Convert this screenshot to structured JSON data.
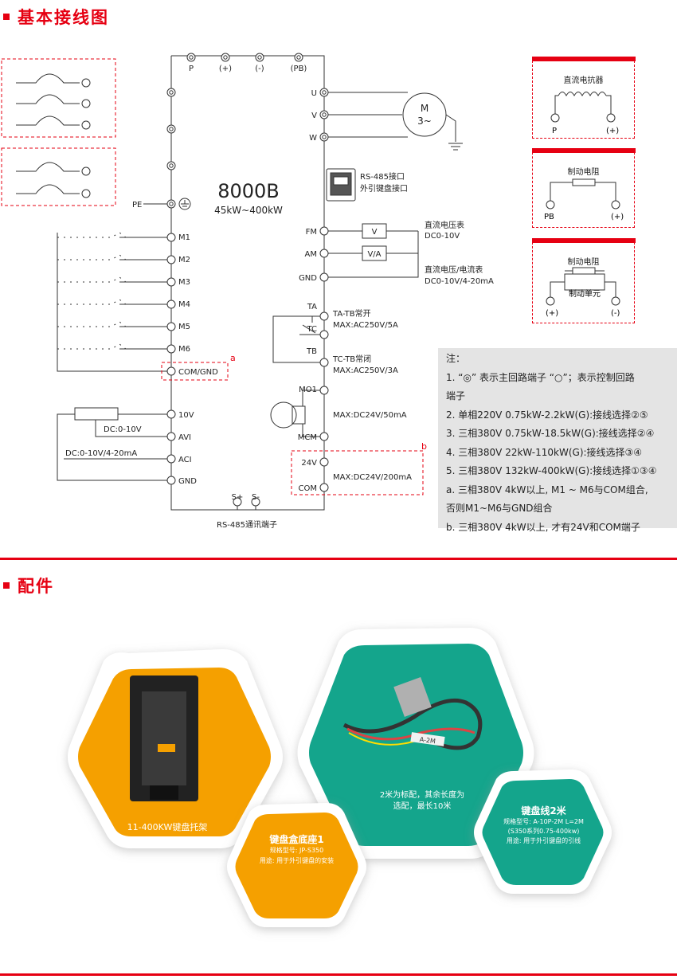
{
  "section1": {
    "title": "基本接线图"
  },
  "section2": {
    "title": "配件"
  },
  "diagram": {
    "model": "8000B",
    "power": "45kW~400kW",
    "top_terminals": [
      "P",
      "(+)",
      "(-)",
      "(PB)"
    ],
    "pe": "PE",
    "inputs": [
      "M1",
      "M2",
      "M3",
      "M4",
      "M5",
      "M6"
    ],
    "com": "COM/GND",
    "mark_a": "a",
    "mark_b": "b",
    "analog": [
      "10V",
      "AVI",
      "ACI",
      "GND"
    ],
    "dc_avi": "DC:0-10V",
    "dc_aci": "DC:0-10V/4-20mA",
    "uvw": [
      "U",
      "V",
      "W"
    ],
    "motor": [
      "M",
      "3~"
    ],
    "rs485_port": [
      "RS-485接口",
      "外引键盘接口"
    ],
    "meter_terms": [
      "FM",
      "AM",
      "GND"
    ],
    "meter_v": "V",
    "meter_va": "V/A",
    "meter1": [
      "直流电压表",
      "DC0-10V"
    ],
    "meter2": [
      "直流电压/电流表",
      "DC0-10V/4-20mA"
    ],
    "relay_terms": [
      "TA",
      "TC",
      "TB"
    ],
    "relay1": [
      "TA-TB常开",
      "MAX:AC250V/5A"
    ],
    "relay2": [
      "TC-TB常闭",
      "MAX:AC250V/3A"
    ],
    "mo_terms": [
      "MO1",
      "MCM"
    ],
    "mo_spec": "MAX:DC24V/50mA",
    "pwr_terms": [
      "24V",
      "COM"
    ],
    "pwr_spec": "MAX:DC24V/200mA",
    "rs485_terms": [
      "S+",
      "S-"
    ],
    "rs485_label": "RS-485通讯端子"
  },
  "side_boxes": {
    "reactor": {
      "title": "直流电抗器",
      "left": "P",
      "right": "(+)"
    },
    "resistor": {
      "title": "制动电阻",
      "left": "PB",
      "right": "(+)"
    },
    "unit": {
      "title": "制动电阻",
      "sub": "制动单元",
      "left": "(+)",
      "right": "(-)"
    }
  },
  "notes": {
    "lines": [
      "注：",
      "1. “◎” 表示主回路端子 “○”；表示控制回路",
      "端子",
      "2. 单相220V  0.75kW-2.2kW(G):接线选择②⑤",
      "3. 三相380V  0.75kW-18.5kW(G):接线选择②④",
      "4. 三相380V  22kW-110kW(G):接线选择③④",
      "5. 三相380V  132kW-400kW(G):接线选择①③④",
      "a. 三相380V  4kW以上, M1 ~ M6与COM组合,",
      "否则M1~M6与GND组合",
      "b. 三相380V  4kW以上, 才有24V和COM端子"
    ]
  },
  "accessories": {
    "holder": {
      "label": "11-400KW键盘托架"
    },
    "cable_photo": {
      "caption1": "2米为标配，其余长度为",
      "caption2": "选配，最长10米",
      "tag": "A-2M"
    },
    "base": {
      "title": "键盘盒底座1",
      "model": "规格型号: JP-S350",
      "use": "用途: 用于外引键盘的安装"
    },
    "cable": {
      "title": "键盘线2米",
      "model": "规格型号: A-10P-2M L=2M",
      "series": "(S350系列0.75-400kw)",
      "use": "用途: 用于外引键盘的引线"
    }
  },
  "colors": {
    "accent": "#e60012",
    "orange": "#f5a000",
    "teal": "#14a58c"
  }
}
